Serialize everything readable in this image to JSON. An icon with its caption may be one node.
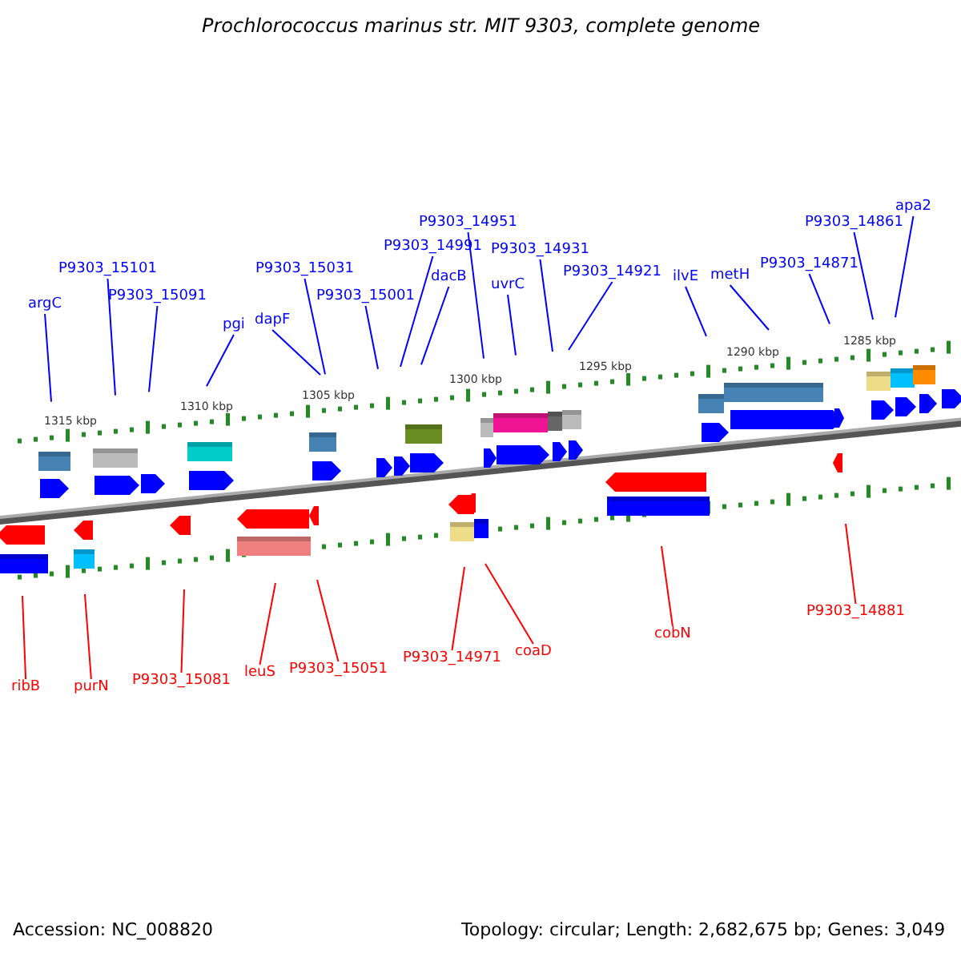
{
  "diagram": {
    "title": "Prochlorococcus marinus str. MIT 9303, complete genome",
    "nodes": [
      {
        "text": [
          "argC"
        ]
      },
      {
        "text": [
          "P9303_15101"
        ]
      },
      {
        "text": [
          "P9303_15091"
        ]
      },
      {
        "text": [
          "pgi"
        ]
      },
      {
        "text": [
          "dapF"
        ]
      },
      {
        "text": [
          "P9303_15031"
        ]
      },
      {
        "text": [
          "P9303_15001"
        ]
      },
      {
        "text": [
          "P9303_14991"
        ]
      },
      {
        "text": [
          "dacB"
        ]
      },
      {
        "text": [
          "P9303_14951"
        ]
      },
      {
        "text": [
          "uvrC"
        ]
      },
      {
        "text": [
          "P9303_14931"
        ]
      },
      {
        "text": [
          "P9303_14921"
        ]
      },
      {
        "text": [
          "ilvE"
        ]
      },
      {
        "text": [
          "metH"
        ]
      },
      {
        "text": [
          "P9303_14871"
        ]
      },
      {
        "text": [
          "P9303_14861"
        ]
      },
      {
        "text": [
          "apa2"
        ]
      },
      {
        "text": [
          "ribB"
        ]
      },
      {
        "text": [
          "purN"
        ]
      },
      {
        "text": [
          "P9303_15081"
        ]
      },
      {
        "text": [
          "leuS"
        ]
      },
      {
        "text": [
          "P9303_15051"
        ]
      },
      {
        "text": [
          "P9303_14971"
        ]
      },
      {
        "text": [
          "coaD"
        ]
      },
      {
        "text": [
          "cobN"
        ]
      },
      {
        "text": [
          "P9303_14881"
        ]
      }
    ],
    "edges": [
      {
        "from": 0,
        "to": null,
        "arrow": "none"
      },
      {
        "from": 1,
        "to": null,
        "arrow": "none"
      },
      {
        "from": 2,
        "to": null,
        "arrow": "none"
      },
      {
        "from": 3,
        "to": null,
        "arrow": "none"
      },
      {
        "from": 4,
        "to": null,
        "arrow": "none"
      },
      {
        "from": 5,
        "to": null,
        "arrow": "none"
      },
      {
        "from": 6,
        "to": null,
        "arrow": "none"
      },
      {
        "from": 7,
        "to": null,
        "arrow": "none"
      },
      {
        "from": 8,
        "to": null,
        "arrow": "none"
      },
      {
        "from": 9,
        "to": null,
        "arrow": "none"
      },
      {
        "from": 10,
        "to": null,
        "arrow": "none"
      },
      {
        "from": 11,
        "to": null,
        "arrow": "none"
      },
      {
        "from": 12,
        "to": null,
        "arrow": "none"
      },
      {
        "from": 13,
        "to": null,
        "arrow": "none"
      },
      {
        "from": 14,
        "to": null,
        "arrow": "none"
      },
      {
        "from": 15,
        "to": null,
        "arrow": "none"
      },
      {
        "from": 16,
        "to": null,
        "arrow": "none"
      },
      {
        "from": 17,
        "to": null,
        "arrow": "none"
      },
      {
        "from": 18,
        "to": null,
        "arrow": "none",
        "color": "#ff0000"
      },
      {
        "from": 19,
        "to": null,
        "arrow": "none",
        "color": "#ff0000"
      },
      {
        "from": 20,
        "to": null,
        "arrow": "none",
        "color": "#ff0000"
      },
      {
        "from": 21,
        "to": null,
        "arrow": "none",
        "color": "#ff0000"
      },
      {
        "from": 22,
        "to": null,
        "arrow": "none",
        "color": "#ff0000"
      },
      {
        "from": 23,
        "to": null,
        "arrow": "none",
        "color": "#ff0000"
      },
      {
        "from": 24,
        "to": null,
        "arrow": "none",
        "color": "#ff0000"
      },
      {
        "from": 25,
        "to": null,
        "arrow": "none",
        "color": "#ff0000"
      },
      {
        "from": 26,
        "to": null,
        "arrow": "none",
        "color": "#ff0000"
      }
    ],
    "labels": [
      "1315 kbp",
      "1310 kbp",
      "1305 kbp",
      "1300 kbp",
      "1295 kbp",
      "1290 kbp",
      "1285 kbp",
      "Accession: NC_008820",
      "Topology: circular; Length: 2,682,675 bp; Genes: 3,049"
    ]
  }
}
